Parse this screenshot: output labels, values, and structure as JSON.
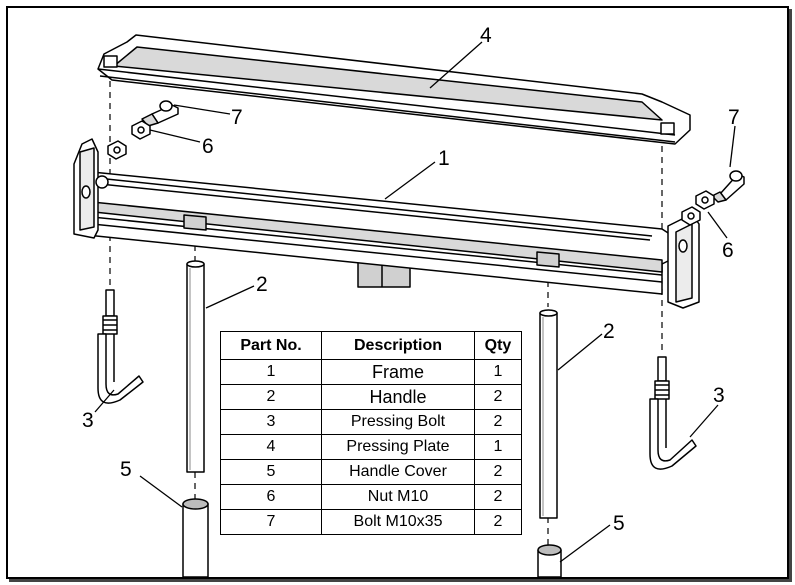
{
  "callouts": {
    "c4": "4",
    "c7_left": "7",
    "c6_left": "6",
    "c1": "1",
    "c7_right": "7",
    "c6_right": "6",
    "c2_left": "2",
    "c2_right": "2",
    "c3_left": "3",
    "c3_right": "3",
    "c5_left": "5",
    "c5_right": "5"
  },
  "table": {
    "headers": [
      "Part No.",
      "Description",
      "Qty"
    ],
    "rows": [
      {
        "no": "1",
        "description": "Frame",
        "qty": "1"
      },
      {
        "no": "2",
        "description": "Handle",
        "qty": "2"
      },
      {
        "no": "3",
        "description": "Pressing Bolt",
        "qty": "2"
      },
      {
        "no": "4",
        "description": "Pressing Plate",
        "qty": "1"
      },
      {
        "no": "5",
        "description": "Handle Cover",
        "qty": "2"
      },
      {
        "no": "6",
        "description": "Nut M10",
        "qty": "2"
      },
      {
        "no": "7",
        "description": "Bolt M10x35",
        "qty": "2"
      }
    ]
  },
  "colors": {
    "line": "#000000",
    "fill": "#ffffff",
    "shade": "#d9d9d9",
    "dark_shade": "#b3b3b3"
  }
}
